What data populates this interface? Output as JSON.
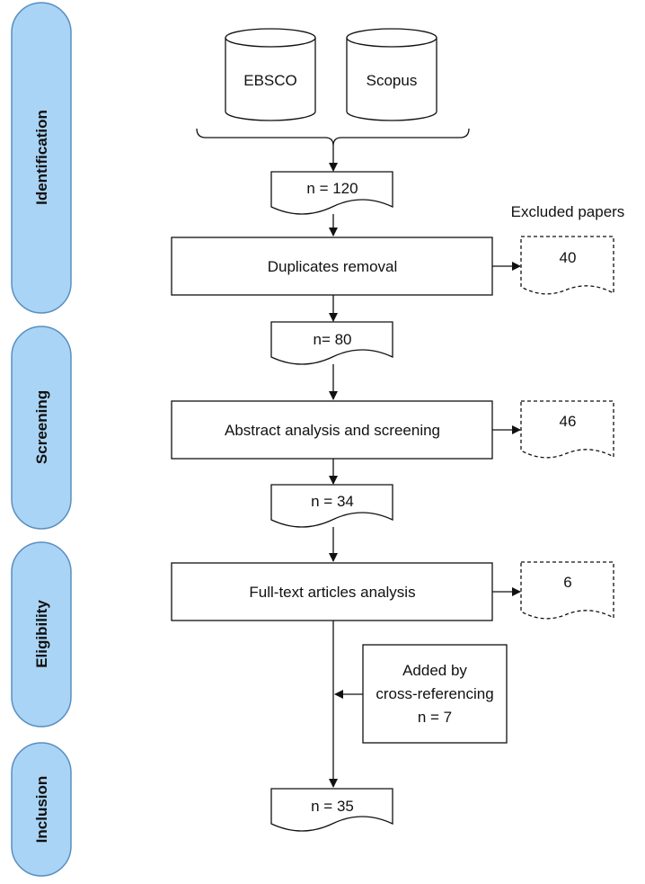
{
  "stages": [
    "Identification",
    "Screening",
    "Eligibility",
    "Inclusion"
  ],
  "databases": [
    "EBSCO",
    "Scopus"
  ],
  "counts": {
    "initial": "n = 120",
    "after_duplicates": "n= 80",
    "after_screening": "n = 34",
    "final": "n = 35"
  },
  "steps": {
    "duplicates": "Duplicates removal",
    "abstract": "Abstract analysis and screening",
    "fulltext": "Full-text articles analysis"
  },
  "excluded": {
    "label": "Excluded papers",
    "duplicates": "40",
    "abstract": "46",
    "fulltext": "6"
  },
  "added": {
    "line1": "Added by",
    "line2": "cross-referencing",
    "line3": "n = 7"
  },
  "colors": {
    "stage_fill": "#a9d4f5",
    "stage_stroke": "#5a8fc0",
    "line": "#111111"
  }
}
